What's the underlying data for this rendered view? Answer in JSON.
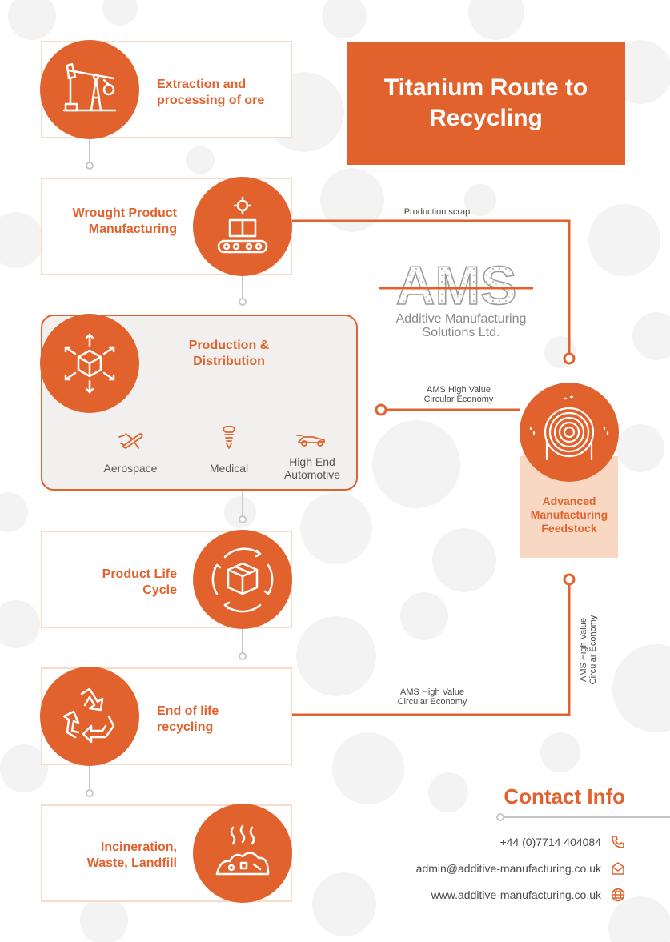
{
  "title": "Titanium Route to Recycling",
  "colors": {
    "accent": "#e2622d",
    "light_accent": "#f9d8c3",
    "card_border": "#f6dcc9",
    "panel_bg": "#f2f0ee",
    "text_grey": "#4a4a4a"
  },
  "steps": [
    {
      "label": "Extraction and processing of ore",
      "icon": "oil-pump-icon"
    },
    {
      "label": "Wrought Product Manufacturing",
      "icon": "conveyor-factory-icon"
    },
    {
      "label": "Production & Distribution",
      "icon": "distribution-cube-icon"
    },
    {
      "label": "Product Life Cycle",
      "icon": "box-cycle-icon"
    },
    {
      "label": "End of life recycling",
      "icon": "recycle-icon"
    },
    {
      "label": "Incineration, Waste, Landfill",
      "icon": "landfill-icon"
    }
  ],
  "sectors": [
    {
      "label": "Aerospace",
      "icon": "airplane-icon"
    },
    {
      "label": "Medical",
      "icon": "dental-implant-icon"
    },
    {
      "label": "High End Automotive",
      "icon": "race-car-icon"
    }
  ],
  "connectors": {
    "production_scrap": "Production scrap",
    "circular_top": "AMS High Value Circular Economy",
    "circular_right": "AMS High Value Circular Economy",
    "circular_bottom": "AMS High Value Circular Economy"
  },
  "logo": {
    "mark": "AMS",
    "subtitle": "Additive Manufacturing Solutions Ltd."
  },
  "feedstock": {
    "label": "Advanced Manufacturing Feedstock",
    "icon": "wire-spool-icon"
  },
  "contact": {
    "title": "Contact Info",
    "phone": "+44 (0)7714 404084",
    "email": "admin@additive-manufacturing.co.uk",
    "website": "www.additive-manufacturing.co.uk"
  }
}
